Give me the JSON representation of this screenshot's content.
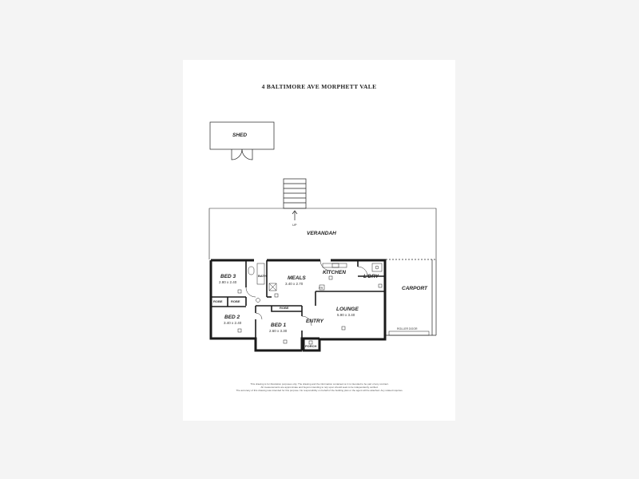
{
  "title": "4 BALTIMORE AVE MORPHETT VALE",
  "rooms": {
    "shed": "SHED",
    "up": "UP",
    "verandah": "VERANDAH",
    "bed3": "BED 3",
    "bed3_dim": "2.80 x 2.40",
    "bath": "BATH",
    "meals": "MEALS",
    "meals_dim": "3.40 x 2.70",
    "kitchen": "KITCHEN",
    "ldry": "L'DRY",
    "carport": "CARPORT",
    "robe_a": "ROBE",
    "robe_b": "ROBE",
    "robe_c": "ROBE",
    "lounge": "LOUNGE",
    "lounge_dim": "5.90 x 3.40",
    "bed2": "BED 2",
    "bed2_dim": "3.40 x 2.40",
    "bed1": "BED 1",
    "bed1_dim": "2.60 x 3.30",
    "entry": "ENTRY",
    "porch": "PORCH",
    "roller_door": "ROLLER DOOR",
    "fr": "FR"
  },
  "disclaimer": [
    "This drawing is for illustration purposes only. The drawing and the information contained on it is intended to be part of any contract.",
    "All measurements are approximate and buyers intending to rely upon should seek to be independently verified.",
    "The accuracy of this drawing was intended for this purpose. No responsibility on behalf of the building plan or the agent will be attached. Any related inquiries."
  ]
}
